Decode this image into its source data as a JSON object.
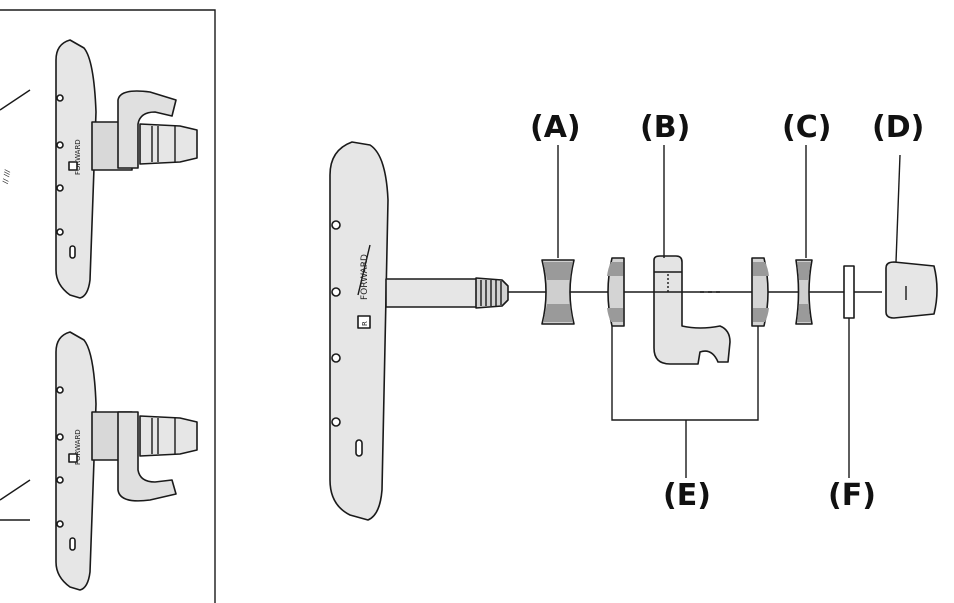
{
  "labels": {
    "a": "(A)",
    "b": "(B)",
    "c": "(C)",
    "d": "(D)",
    "e": "(E)",
    "f": "(F)"
  },
  "marks": {
    "forward": "FORWARD",
    "side": "R"
  },
  "colors": {
    "shoe_fill": "#e6e6e6",
    "washer_fill": "#d4d4d4",
    "washer_dark": "#9a9a9a",
    "outline": "#1a1a1a",
    "background": "#ffffff"
  }
}
